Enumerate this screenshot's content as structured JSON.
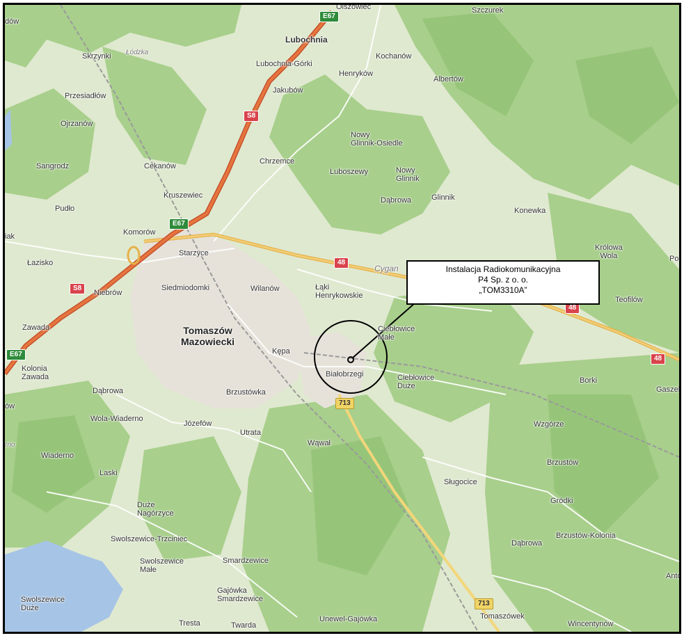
{
  "callout": {
    "line1": "Instalacja Radiokomunikacyjna",
    "line2": "P4 Sp. z o. o.",
    "line3": "„TOM3310A”"
  },
  "roads": {
    "e67_top": "E67",
    "e67_mid": "E67",
    "e67_left": "E67",
    "s8_upper": "S8",
    "s8_lower": "S8",
    "r48_a": "48",
    "r48_b": "48",
    "r48_c": "48",
    "r713_a": "713",
    "r713_b": "713"
  },
  "places": {
    "olszowiec": "Olszowiec",
    "szczurek": "Szczurek",
    "dow": "dów",
    "lubochnia": "Lubochnia",
    "skrzynki": "Skrzynki",
    "lodzka": "Łódzka",
    "lubochnia_gorki": "Lubochnia-Górki",
    "kochanow": "Kochanów",
    "henrykow": "Henryków",
    "albertow": "Albertów",
    "jakubow": "Jakubów",
    "przesiadlow": "Przesiadłów",
    "ojrzanow": "Ojrzanów",
    "nowy_glinnik_osiedle": "Nowy\nGlinnik-Osiedle",
    "sangrodz": "Sangrodz",
    "cekanow": "Cekanów",
    "chrzemce": "Chrzemce",
    "luboszewy": "Luboszewy",
    "nowy_glinnik": "Nowy\nGlinnik",
    "glinnik": "Glinnik",
    "dabrowa_n": "Dąbrowa",
    "kruszewiec": "Kruszewiec",
    "pudlo": "Pudło",
    "konewka": "Konewka",
    "iak": "iak",
    "komorow": "Komorów",
    "starzyce": "Starzyce",
    "krolowa_wola": "Królowa\nWola",
    "po": "Po",
    "lazisko": "Łazisko",
    "cygan": "Cygan",
    "niebrow": "Niebrów",
    "siedmiodomki": "Siedmiodomki",
    "wilanow": "Wilanów",
    "laki_henrykowskie": "Łąki\nHenrykowskie",
    "teofilow": "Teofilów",
    "zawada": "Zawada",
    "tomaszow": "Tomaszów\nMazowiecki",
    "cieblowice_male": "Ciebłowice\nMałe",
    "kepa": "Kępa",
    "kolonia_zawada": "Kolonia\nZawada",
    "bialobrzegi": "Białobrzegi",
    "cieblowice_duze": "Ciebłowice\nDuże",
    "borki": "Borki",
    "gaszek": "Gaszek",
    "dabrowa_w": "Dąbrowa",
    "brzustowka": "Brzustówka",
    "ow": "ów",
    "wola_wiaderno": "Wola-Wiaderno",
    "jozefow": "Józefów",
    "wzgorze": "Wzgórze",
    "utrata": "Utrata",
    "wawal": "Wąwał",
    "rno": "rno",
    "wiaderno": "Wiaderno",
    "brzustow": "Brzustów",
    "laski": "Laski",
    "slugocice": "Sługocice",
    "duze_nagorzyce": "Duże\nNagórzyce",
    "grodki": "Gródki",
    "swolszewice_trzciniec": "Swolszewice-Trzciniec",
    "brzustow_kolonia": "Brzustów-Kolonia",
    "dabrowa_se": "Dąbrowa",
    "swolszewice_male": "Swolszewice\nMałe",
    "smardzewice": "Smardzewice",
    "anto": "Anto",
    "gajowka_smardzewice": "Gajówka\nSmardzewice",
    "swolszewice_duze": "Swolszewice\nDuże",
    "tresta": "Tresta",
    "twarda": "Twarda",
    "unewel_gajowka": "Unewel-Gajówka",
    "tomaszowek": "Tomaszówek",
    "wincentynow": "Wincentynów"
  }
}
